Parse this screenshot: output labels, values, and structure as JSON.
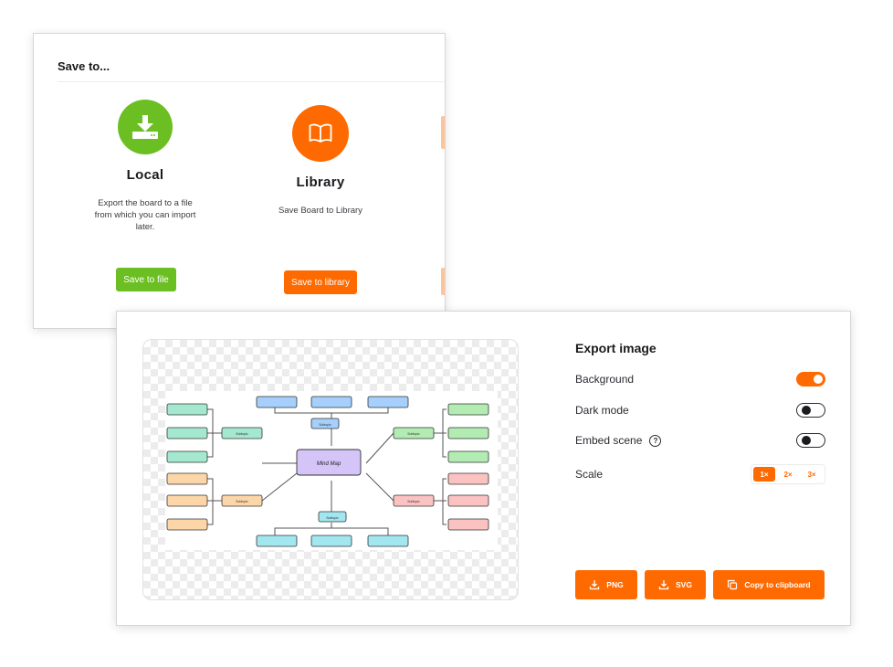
{
  "save_dialog": {
    "title": "Save to...",
    "options": [
      {
        "icon": "download-icon",
        "title": "Local",
        "description": "Export the board to a file from which you can import later.",
        "button_label": "Save to file",
        "color": "#6cbf22"
      },
      {
        "icon": "book-icon",
        "title": "Library",
        "description": "Save Board to Library",
        "button_label": "Save to library",
        "color": "#ff6a00"
      }
    ]
  },
  "export_dialog": {
    "title": "Export image",
    "settings": {
      "background": {
        "label": "Background",
        "enabled": true
      },
      "dark_mode": {
        "label": "Dark mode",
        "enabled": false
      },
      "embed_scene": {
        "label": "Embed scene",
        "enabled": false,
        "help_icon": "question-circle-icon"
      }
    },
    "scale": {
      "label": "Scale",
      "options": [
        "1×",
        "2×",
        "3×"
      ],
      "selected": "1×"
    },
    "buttons": {
      "png": "PNG",
      "svg": "SVG",
      "clipboard": "Copy to clipboard"
    },
    "preview": {
      "center_label": "Mind Map",
      "branch_labels": [
        "Subtopic",
        "Subtopic",
        "Subtopic",
        "Subtopic",
        "Subtopic",
        "Subtopic"
      ]
    }
  },
  "colors": {
    "accent": "#ff6a00",
    "local_green": "#6cbf22"
  }
}
